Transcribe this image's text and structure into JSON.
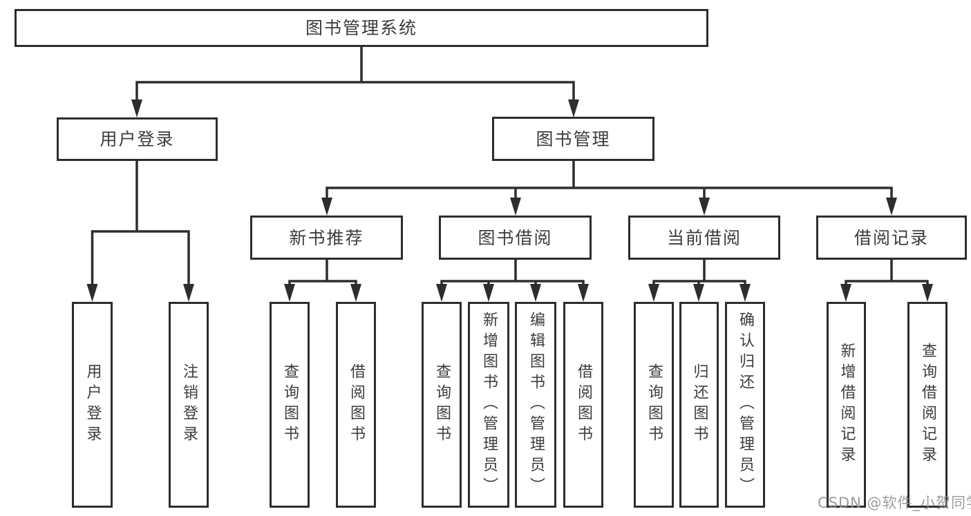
{
  "diagram_type": "tree-diagram",
  "colors": {
    "line": "#2d2d2d",
    "text": "#3c3c3c",
    "box_background": "#ffffff",
    "watermark": "#949494"
  },
  "watermark": {
    "text": "CSDN @软件_小贺同学"
  },
  "tree": {
    "label": "图书管理系统",
    "children": [
      {
        "label": "用户登录",
        "children": [
          {
            "label": "用户登录"
          },
          {
            "label": "注销登录"
          }
        ]
      },
      {
        "label": "图书管理",
        "children": [
          {
            "label": "新书推荐",
            "children": [
              {
                "label": "查询图书"
              },
              {
                "label": "借阅图书"
              }
            ]
          },
          {
            "label": "图书借阅",
            "children": [
              {
                "label": "查询图书"
              },
              {
                "label": "新增图书（管理员）"
              },
              {
                "label": "编辑图书（管理员）"
              },
              {
                "label": "借阅图书"
              }
            ]
          },
          {
            "label": "当前借阅",
            "children": [
              {
                "label": "查询图书"
              },
              {
                "label": "归还图书"
              },
              {
                "label": "确认归还（管理员）"
              }
            ]
          },
          {
            "label": "借阅记录",
            "children": [
              {
                "label": "新增借阅记录"
              },
              {
                "label": "查询借阅记录"
              }
            ]
          }
        ]
      }
    ]
  }
}
